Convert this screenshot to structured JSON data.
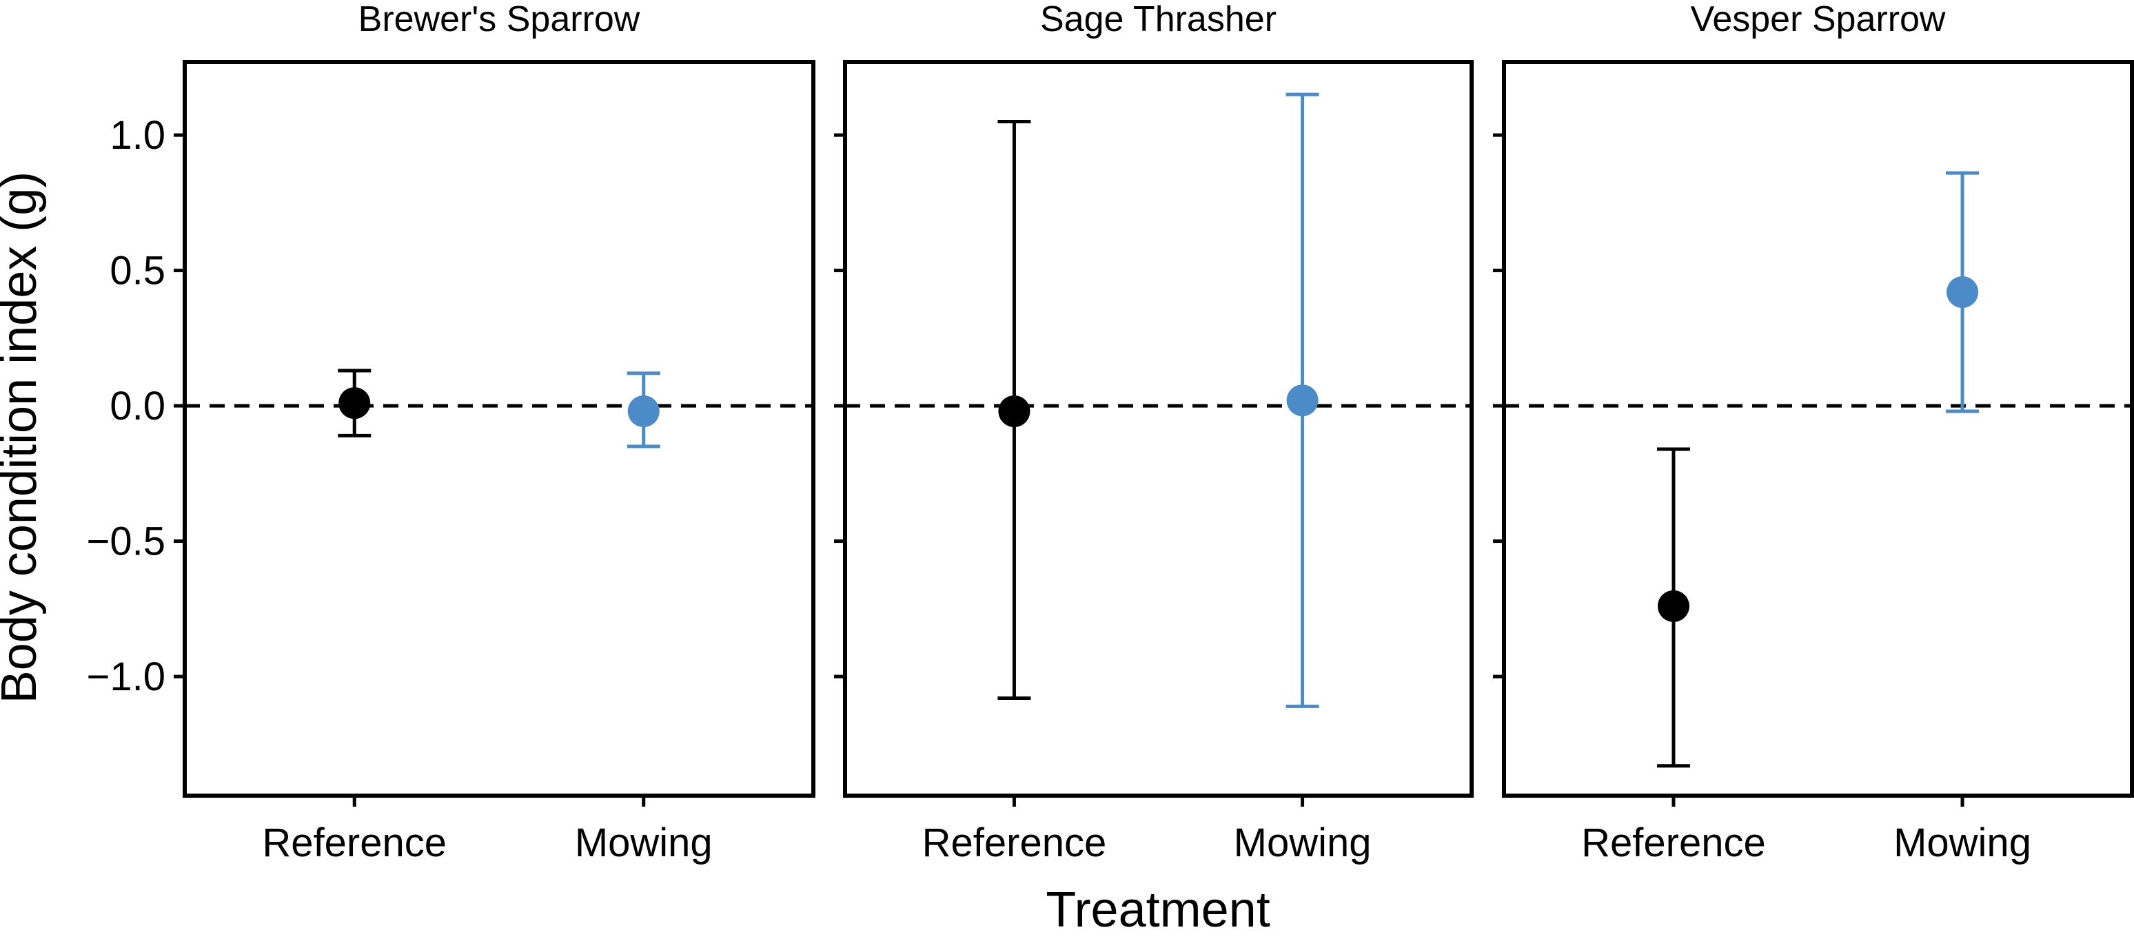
{
  "chart_data": {
    "type": "scatter",
    "ylabel": "Body condition index (g)",
    "xlabel": "Treatment",
    "categories": [
      "Reference",
      "Mowing"
    ],
    "ylim": [
      -1.44,
      1.27
    ],
    "yticks": [
      1.0,
      0.5,
      0.0,
      -0.5,
      -1.0
    ],
    "ytick_labels": [
      "1.0",
      "0.5",
      "0.0",
      "−0.5",
      "−1.0"
    ],
    "reference_line": 0.0,
    "colors": {
      "Reference": "#000000",
      "Mowing": "#4a8bc8"
    },
    "panels": [
      {
        "title": "Brewer's Sparrow",
        "points": [
          {
            "category": "Reference",
            "value": 0.01,
            "lower": -0.11,
            "upper": 0.13
          },
          {
            "category": "Mowing",
            "value": -0.02,
            "lower": -0.15,
            "upper": 0.12
          }
        ]
      },
      {
        "title": "Sage Thrasher",
        "points": [
          {
            "category": "Reference",
            "value": -0.02,
            "lower": -1.08,
            "upper": 1.05
          },
          {
            "category": "Mowing",
            "value": 0.02,
            "lower": -1.11,
            "upper": 1.15
          }
        ]
      },
      {
        "title": "Vesper Sparrow",
        "points": [
          {
            "category": "Reference",
            "value": -0.74,
            "lower": -1.33,
            "upper": -0.16
          },
          {
            "category": "Mowing",
            "value": 0.42,
            "lower": -0.02,
            "upper": 0.86
          }
        ]
      }
    ]
  }
}
